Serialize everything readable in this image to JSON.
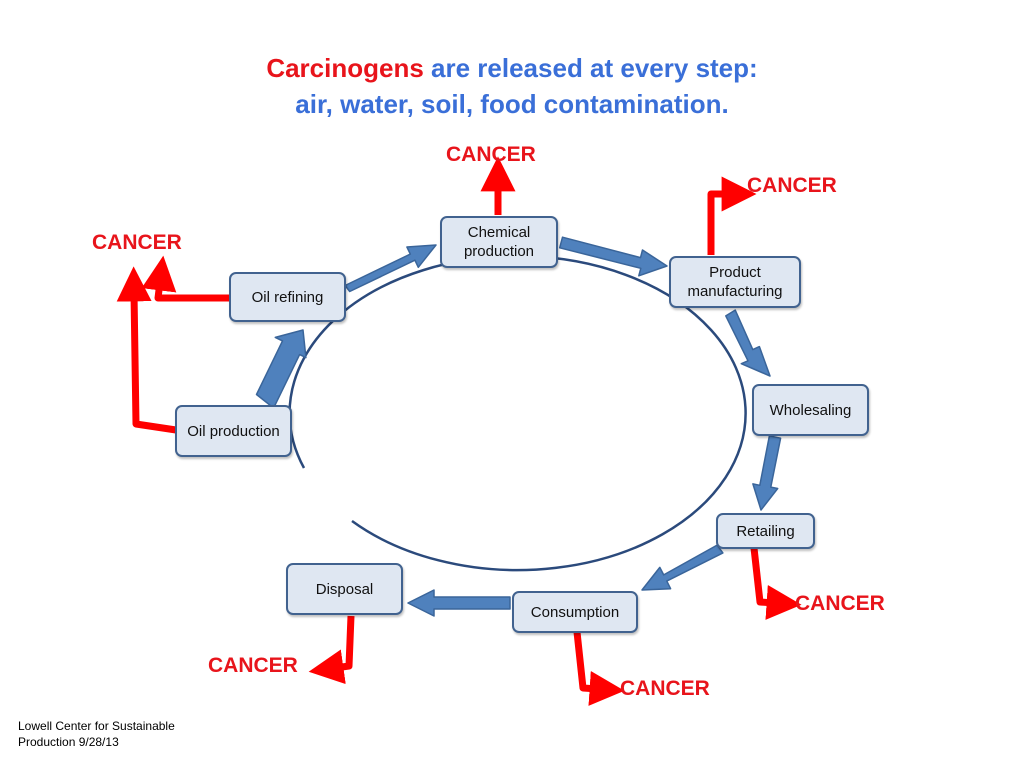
{
  "title": {
    "line1_red": "Carcinogens",
    "line1_blue": " are released at every step:",
    "line2": "air, water, soil, food contamination."
  },
  "steps": [
    {
      "id": "oil-production",
      "label": "Oil production"
    },
    {
      "id": "oil-refining",
      "label": "Oil refining"
    },
    {
      "id": "chemical-production",
      "label": "Chemical production"
    },
    {
      "id": "product-manufacturing",
      "label": "Product manufacturing"
    },
    {
      "id": "wholesaling",
      "label": "Wholesaling"
    },
    {
      "id": "retailing",
      "label": "Retailing"
    },
    {
      "id": "consumption",
      "label": "Consumption"
    },
    {
      "id": "disposal",
      "label": "Disposal"
    }
  ],
  "cancer_labels": [
    "CANCER",
    "CANCER",
    "CANCER",
    "CANCER",
    "CANCER",
    "CANCER"
  ],
  "footer": "Lowell Center for Sustainable Production 9/28/13",
  "colors": {
    "title_red": "#e8141b",
    "title_blue": "#3a6fd8",
    "box_fill": "#dfe7f2",
    "box_border": "#41628f",
    "flow_arrow": "#4f81bd",
    "cancer_arrow": "#ff0000",
    "circle": "#2b4a7c"
  }
}
